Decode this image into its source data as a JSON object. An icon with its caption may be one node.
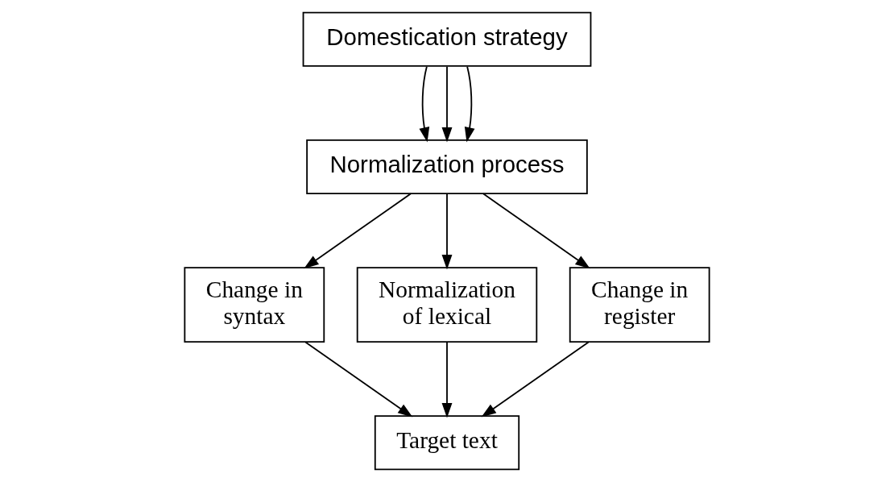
{
  "diagram": {
    "nodes": [
      {
        "text": [
          "Domestication strategy"
        ]
      },
      {
        "text": [
          "Normalization process"
        ]
      },
      {
        "text": [
          "Change in syntax"
        ]
      },
      {
        "text": [
          "Normalization of lexical"
        ]
      },
      {
        "text": [
          "Change in register"
        ]
      },
      {
        "text": [
          "Target text"
        ]
      }
    ],
    "edges": [
      {
        "from": 0,
        "to": 1,
        "arrow": "to"
      },
      {
        "from": 0,
        "to": 1,
        "arrow": "to"
      },
      {
        "from": 0,
        "to": 1,
        "arrow": "to"
      },
      {
        "from": 1,
        "to": 2,
        "arrow": "to"
      },
      {
        "from": 1,
        "to": 3,
        "arrow": "to"
      },
      {
        "from": 1,
        "to": 4,
        "arrow": "to"
      },
      {
        "from": 2,
        "to": 5,
        "arrow": "to"
      },
      {
        "from": 3,
        "to": 5,
        "arrow": "to"
      },
      {
        "from": 4,
        "to": 5,
        "arrow": "to"
      }
    ]
  }
}
